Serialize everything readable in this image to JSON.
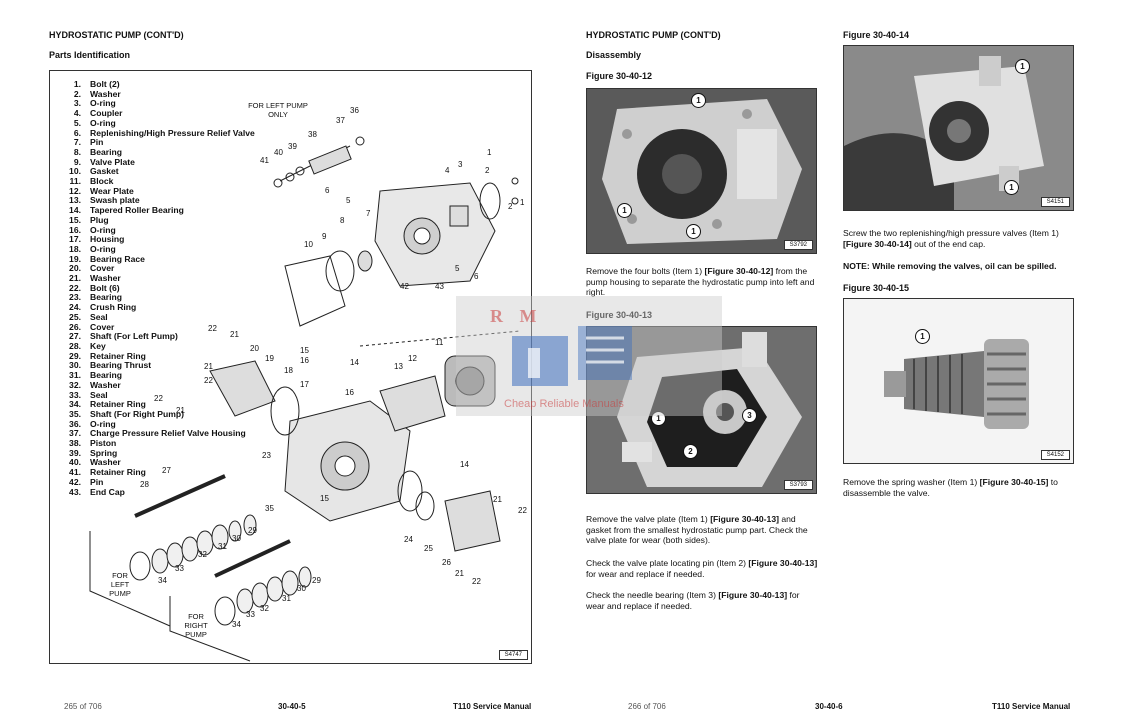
{
  "left_page": {
    "heading": "HYDROSTATIC PUMP (CONT'D)",
    "subheading": "Parts Identification",
    "parts": [
      {
        "num": "1.",
        "name": "Bolt (2)"
      },
      {
        "num": "2.",
        "name": "Washer"
      },
      {
        "num": "3.",
        "name": "O-ring"
      },
      {
        "num": "4.",
        "name": "Coupler"
      },
      {
        "num": "5.",
        "name": "O-ring"
      },
      {
        "num": "6.",
        "name": "Replenishing/High Pressure Relief Valve"
      },
      {
        "num": "7.",
        "name": "Pin"
      },
      {
        "num": "8.",
        "name": "Bearing"
      },
      {
        "num": "9.",
        "name": "Valve Plate"
      },
      {
        "num": "10.",
        "name": "Gasket"
      },
      {
        "num": "11.",
        "name": "Block"
      },
      {
        "num": "12.",
        "name": "Wear Plate"
      },
      {
        "num": "13.",
        "name": "Swash plate"
      },
      {
        "num": "14.",
        "name": "Tapered Roller Bearing"
      },
      {
        "num": "15.",
        "name": "Plug"
      },
      {
        "num": "16.",
        "name": "O-ring"
      },
      {
        "num": "17.",
        "name": "Housing"
      },
      {
        "num": "18.",
        "name": "O-ring"
      },
      {
        "num": "19.",
        "name": "Bearing Race"
      },
      {
        "num": "20.",
        "name": "Cover"
      },
      {
        "num": "21.",
        "name": "Washer"
      },
      {
        "num": "22.",
        "name": "Bolt (6)"
      },
      {
        "num": "23.",
        "name": "Bearing"
      },
      {
        "num": "24.",
        "name": "Crush Ring"
      },
      {
        "num": "25.",
        "name": "Seal"
      },
      {
        "num": "26.",
        "name": "Cover"
      },
      {
        "num": "27.",
        "name": "Shaft (For Left Pump)"
      },
      {
        "num": "28.",
        "name": "Key"
      },
      {
        "num": "29.",
        "name": "Retainer Ring"
      },
      {
        "num": "30.",
        "name": "Bearing Thrust"
      },
      {
        "num": "31.",
        "name": "Bearing"
      },
      {
        "num": "32.",
        "name": "Washer"
      },
      {
        "num": "33.",
        "name": "Seal"
      },
      {
        "num": "34.",
        "name": "Retainer Ring"
      },
      {
        "num": "35.",
        "name": "Shaft (For Right Pump)"
      },
      {
        "num": "36.",
        "name": "O-ring"
      },
      {
        "num": "37.",
        "name": "Charge Pressure Relief Valve Housing"
      },
      {
        "num": "38.",
        "name": "Piston"
      },
      {
        "num": "39.",
        "name": "Spring"
      },
      {
        "num": "40.",
        "name": "Washer"
      },
      {
        "num": "41.",
        "name": "Retainer Ring"
      },
      {
        "num": "42.",
        "name": "Pin"
      },
      {
        "num": "43.",
        "name": "End Cap"
      }
    ],
    "diagram_labels": {
      "for_left_pump_top": "FOR LEFT PUMP\nONLY",
      "for_left_pump": "FOR\nLEFT\nPUMP",
      "for_right_pump": "FOR\nRIGHT\nPUMP"
    },
    "diagram_numbers": [
      "36",
      "37",
      "38",
      "39",
      "40",
      "41",
      "6",
      "5",
      "7",
      "8",
      "9",
      "10",
      "3",
      "4",
      "1",
      "2",
      "5",
      "6",
      "42",
      "43",
      "11",
      "12",
      "13",
      "14",
      "15",
      "14",
      "16",
      "17",
      "18",
      "19",
      "20",
      "21",
      "22",
      "21",
      "22",
      "21",
      "22",
      "23",
      "24",
      "25",
      "26",
      "21",
      "22",
      "27",
      "28",
      "35",
      "29",
      "30",
      "31",
      "32",
      "33",
      "34",
      "29",
      "30",
      "31",
      "32",
      "33",
      "34",
      "29"
    ],
    "diagram_code": "S4747",
    "footer_page": "265 of 706",
    "footer_section": "30-40-5",
    "footer_title": "T110 Service Manual"
  },
  "middle_col": {
    "heading": "HYDROSTATIC PUMP (CONT'D)",
    "subheading": "Disassembly",
    "fig1_title": "Figure 30-40-12",
    "fig1_code": "S3792",
    "para1_a": "Remove the four bolts (Item 1) ",
    "para1_ref": "[Figure 30-40-12]",
    "para1_b": " from the pump housing to separate the hydrostatic pump into left and right.",
    "fig2_title": "Figure 30-40-13",
    "fig2_code": "S3793",
    "para2_a": "Remove the valve plate (Item 1) ",
    "para2_ref": "[Figure 30-40-13]",
    "para2_b": " and gasket from the smallest hydrostatic pump part. Check the valve plate for wear (both sides).",
    "para3_a": "Check the valve plate locating pin (Item 2) ",
    "para3_ref": "[Figure 30-40-13]",
    "para3_b": " for wear and replace if needed.",
    "para4_a": "Check the needle bearing (Item 3) ",
    "para4_ref": "[Figure 30-40-13]",
    "para4_b": " for wear and replace if needed.",
    "footer_page": "266 of 706",
    "footer_section": "30-40-6",
    "footer_title": "T110 Service Manual"
  },
  "right_col": {
    "fig1_title": "Figure 30-40-14",
    "fig1_code": "S4151",
    "para1_a": "Screw the two replenishing/high pressure valves (Item 1) ",
    "para1_ref": "[Figure 30-40-14]",
    "para1_b": " out of the end cap.",
    "note": "NOTE: While removing the valves, oil can be spilled.",
    "fig2_title": "Figure 30-40-15",
    "fig2_code": "S4152",
    "para2_a": "Remove the spring washer (Item 1) ",
    "para2_ref": "[Figure 30-40-15]",
    "para2_b": " to disassemble the valve."
  },
  "watermark": {
    "text_top": "R M",
    "text_bottom": "Cheap Reliable Manuals"
  },
  "callout_values": {
    "one": "1",
    "two": "2",
    "three": "3"
  }
}
